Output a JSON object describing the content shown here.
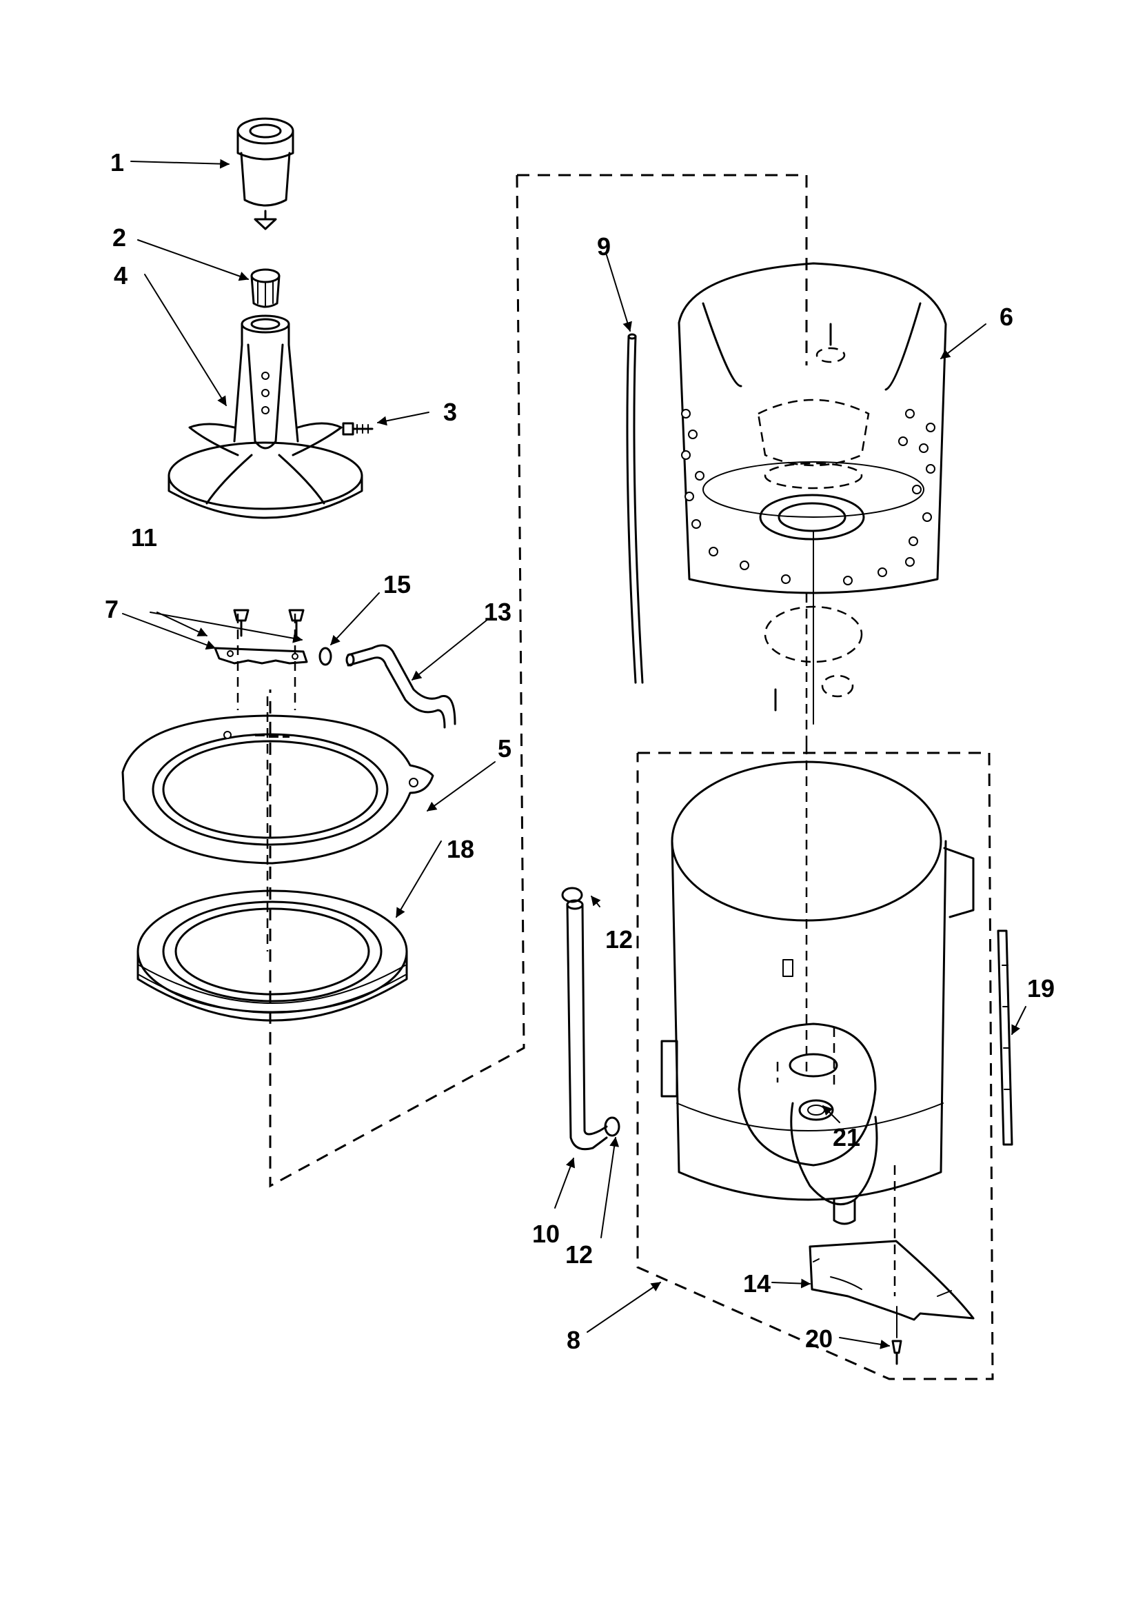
{
  "parts": [
    {
      "number": "1"
    },
    {
      "number": "2"
    },
    {
      "number": "3"
    },
    {
      "number": "4"
    },
    {
      "number": "5"
    },
    {
      "number": "6"
    },
    {
      "number": "7"
    },
    {
      "number": "8"
    },
    {
      "number": "9"
    },
    {
      "number": "10"
    },
    {
      "number": "11"
    },
    {
      "number": "12"
    },
    {
      "number": "12"
    },
    {
      "number": "13"
    },
    {
      "number": "14"
    },
    {
      "number": "15"
    },
    {
      "number": "18"
    },
    {
      "number": "19"
    },
    {
      "number": "20"
    },
    {
      "number": "21"
    }
  ]
}
